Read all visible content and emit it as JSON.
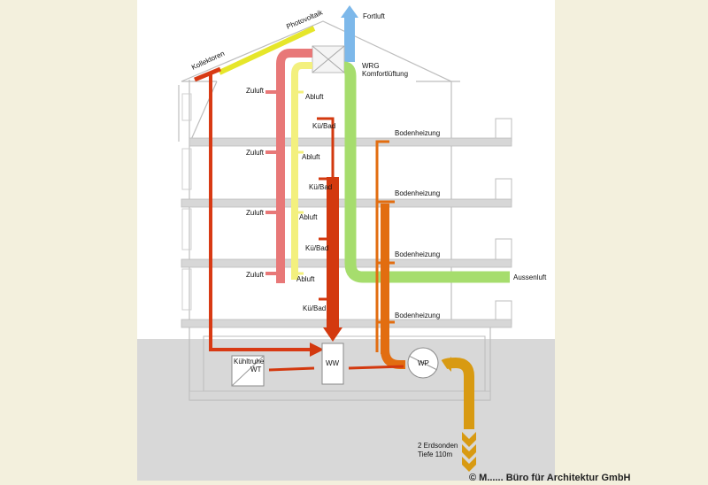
{
  "labels": {
    "fortluft": "Fortluft",
    "photovoltaik": "Photovoltaik",
    "kollektoren": "Kollektoren",
    "wrg_line1": "WRG",
    "wrg_line2": "Komfortlüftung",
    "zuluft": "Zuluft",
    "abluft": "Abluft",
    "kuebad": "Kü/Bad",
    "bodenheizung": "Bodenheizung",
    "aussenluft": "Aussenluft",
    "kuehltruhe_line1": "Kühltruhe",
    "kuehltruhe_line2": "WT",
    "ww": "WW",
    "wp": "WP",
    "erdsonden_line1": "2 Erdsonden",
    "erdsonden_line2": "Tiefe 110m",
    "credit": "© M...... Büro für Architektur GmbH"
  },
  "colors": {
    "page_bg": "#f3f0dd",
    "panel_bg": "#ffffff",
    "ground": "#d8d8d8",
    "fortluft": "#7db8ea",
    "zuluft": "#e87878",
    "abluft": "#f3f07e",
    "aussenluft": "#a6dd6d",
    "solar_line": "#d83a14",
    "warmwater": "#d3390f",
    "heating": "#e26d10",
    "ground_probe": "#d89a12",
    "photovoltaik": "#e6e62a"
  }
}
